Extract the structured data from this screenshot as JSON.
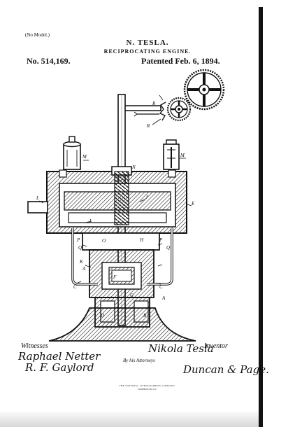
{
  "header": {
    "no_model": "(No Model.)",
    "inventor": "N. TESLA.",
    "title": "RECIPROCATING ENGINE.",
    "patent_number": "No. 514,169.",
    "patent_date": "Patented Feb. 6, 1894."
  },
  "footer": {
    "witnesses_label": "Witnesses",
    "inventor_label": "Inventor",
    "by_attorneys": "By his Attorneys",
    "witness_1": "Raphael Netter",
    "witness_2": "R. F. Gaylord",
    "inventor_signature": "Nikola Tesla",
    "attorney_signature": "Duncan & Page.",
    "printer_line_1": "THE NATIONAL LITHOGRAPHING COMPANY,",
    "printer_line_2": "WASHINGTON, D. C."
  },
  "figure_labels": {
    "r_top": "R",
    "r_bottom": "R",
    "m_left": "M",
    "m_right": "M",
    "n": "N",
    "l": "L",
    "e": "E",
    "j": "J",
    "i": "I",
    "o": "O",
    "h": "H",
    "p_left": "P",
    "p_right": "P",
    "k": "K",
    "q_left": "Q",
    "q_right": "Q",
    "a_left": "A",
    "a_right": "A",
    "c_left": "C",
    "c_right": "C",
    "f": "F",
    "g": "G",
    "b": "B",
    "d": "D"
  }
}
